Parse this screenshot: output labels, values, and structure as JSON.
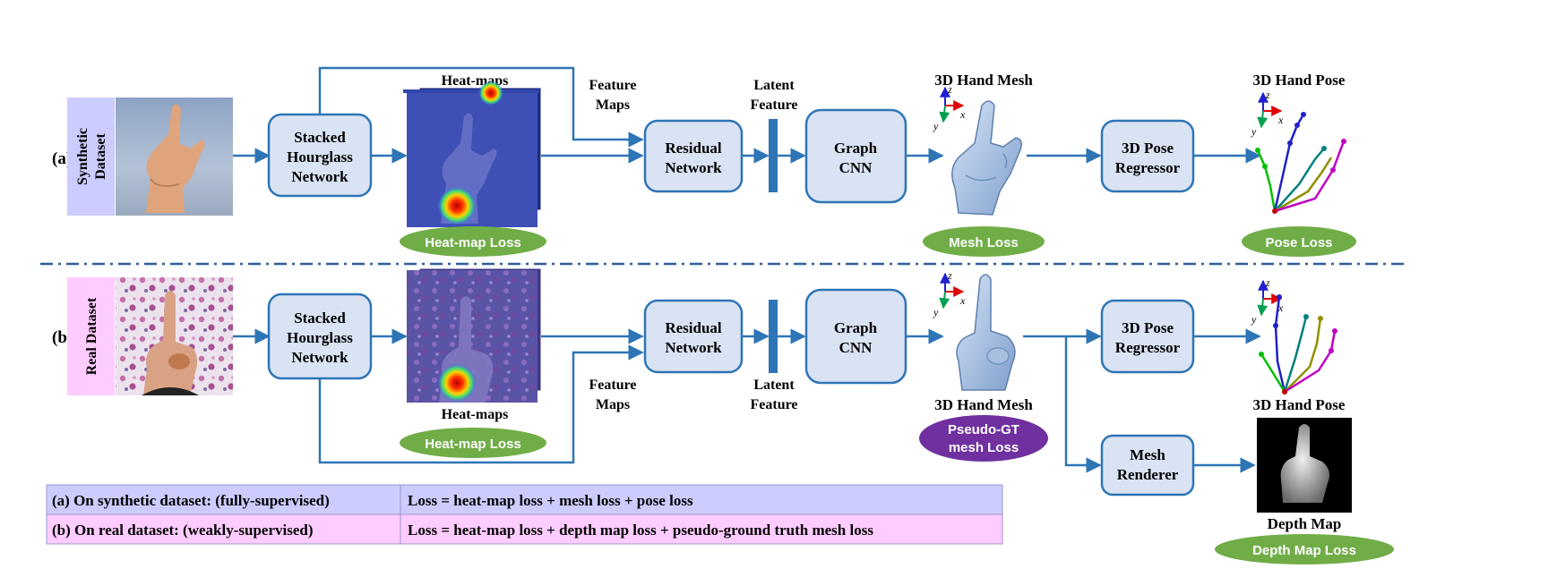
{
  "row_a": {
    "tag": "(a)",
    "dataset_line1": "Synthetic",
    "dataset_line2": "Dataset",
    "hourglass": [
      "Stacked",
      "Hourglass",
      "Network"
    ],
    "heatmaps_label": "Heat-maps",
    "feature_maps": [
      "Feature",
      "Maps"
    ],
    "residual": [
      "Residual",
      "Network"
    ],
    "latent": [
      "Latent",
      "Feature"
    ],
    "graph": [
      "Graph",
      "CNN"
    ],
    "mesh_label": "3D Hand Mesh",
    "pose_regressor": [
      "3D Pose",
      "Regressor"
    ],
    "pose_label": "3D Hand Pose",
    "heatmap_loss": "Heat-map Loss",
    "mesh_loss": "Mesh Loss",
    "pose_loss": "Pose Loss"
  },
  "row_b": {
    "tag": "(b)",
    "dataset": "Real  Dataset",
    "hourglass": [
      "Stacked",
      "Hourglass",
      "Network"
    ],
    "heatmaps_label": "Heat-maps",
    "feature_maps": [
      "Feature",
      "Maps"
    ],
    "residual": [
      "Residual",
      "Network"
    ],
    "latent": [
      "Latent",
      "Feature"
    ],
    "graph": [
      "Graph",
      "CNN"
    ],
    "mesh_label": "3D Hand Mesh",
    "pose_regressor": [
      "3D Pose",
      "Regressor"
    ],
    "pose_label": "3D Hand Pose",
    "renderer": [
      "Mesh",
      "Renderer"
    ],
    "depth_label": "Depth Map",
    "heatmap_loss": "Heat-map Loss",
    "pseudo_loss": [
      "Pseudo-GT",
      "mesh Loss"
    ],
    "depth_loss": "Depth Map Loss"
  },
  "axes": {
    "x": "x",
    "y": "y",
    "z": "z"
  },
  "legend": {
    "row1_left": "(a) On synthetic dataset: (fully-supervised)",
    "row1_right": "Loss = heat-map loss + mesh loss + pose loss",
    "row2_left": "(b) On real dataset: (weakly-supervised)",
    "row2_right": "Loss = heat-map loss + depth map loss + pseudo-ground truth mesh loss"
  },
  "colors": {
    "flow_line": "#2e75b6",
    "box_fill": "#dae3f3",
    "loss_green": "#70ad47",
    "loss_purple": "#7030a0",
    "legend_a": "#ccccff",
    "legend_b": "#ffccff"
  }
}
